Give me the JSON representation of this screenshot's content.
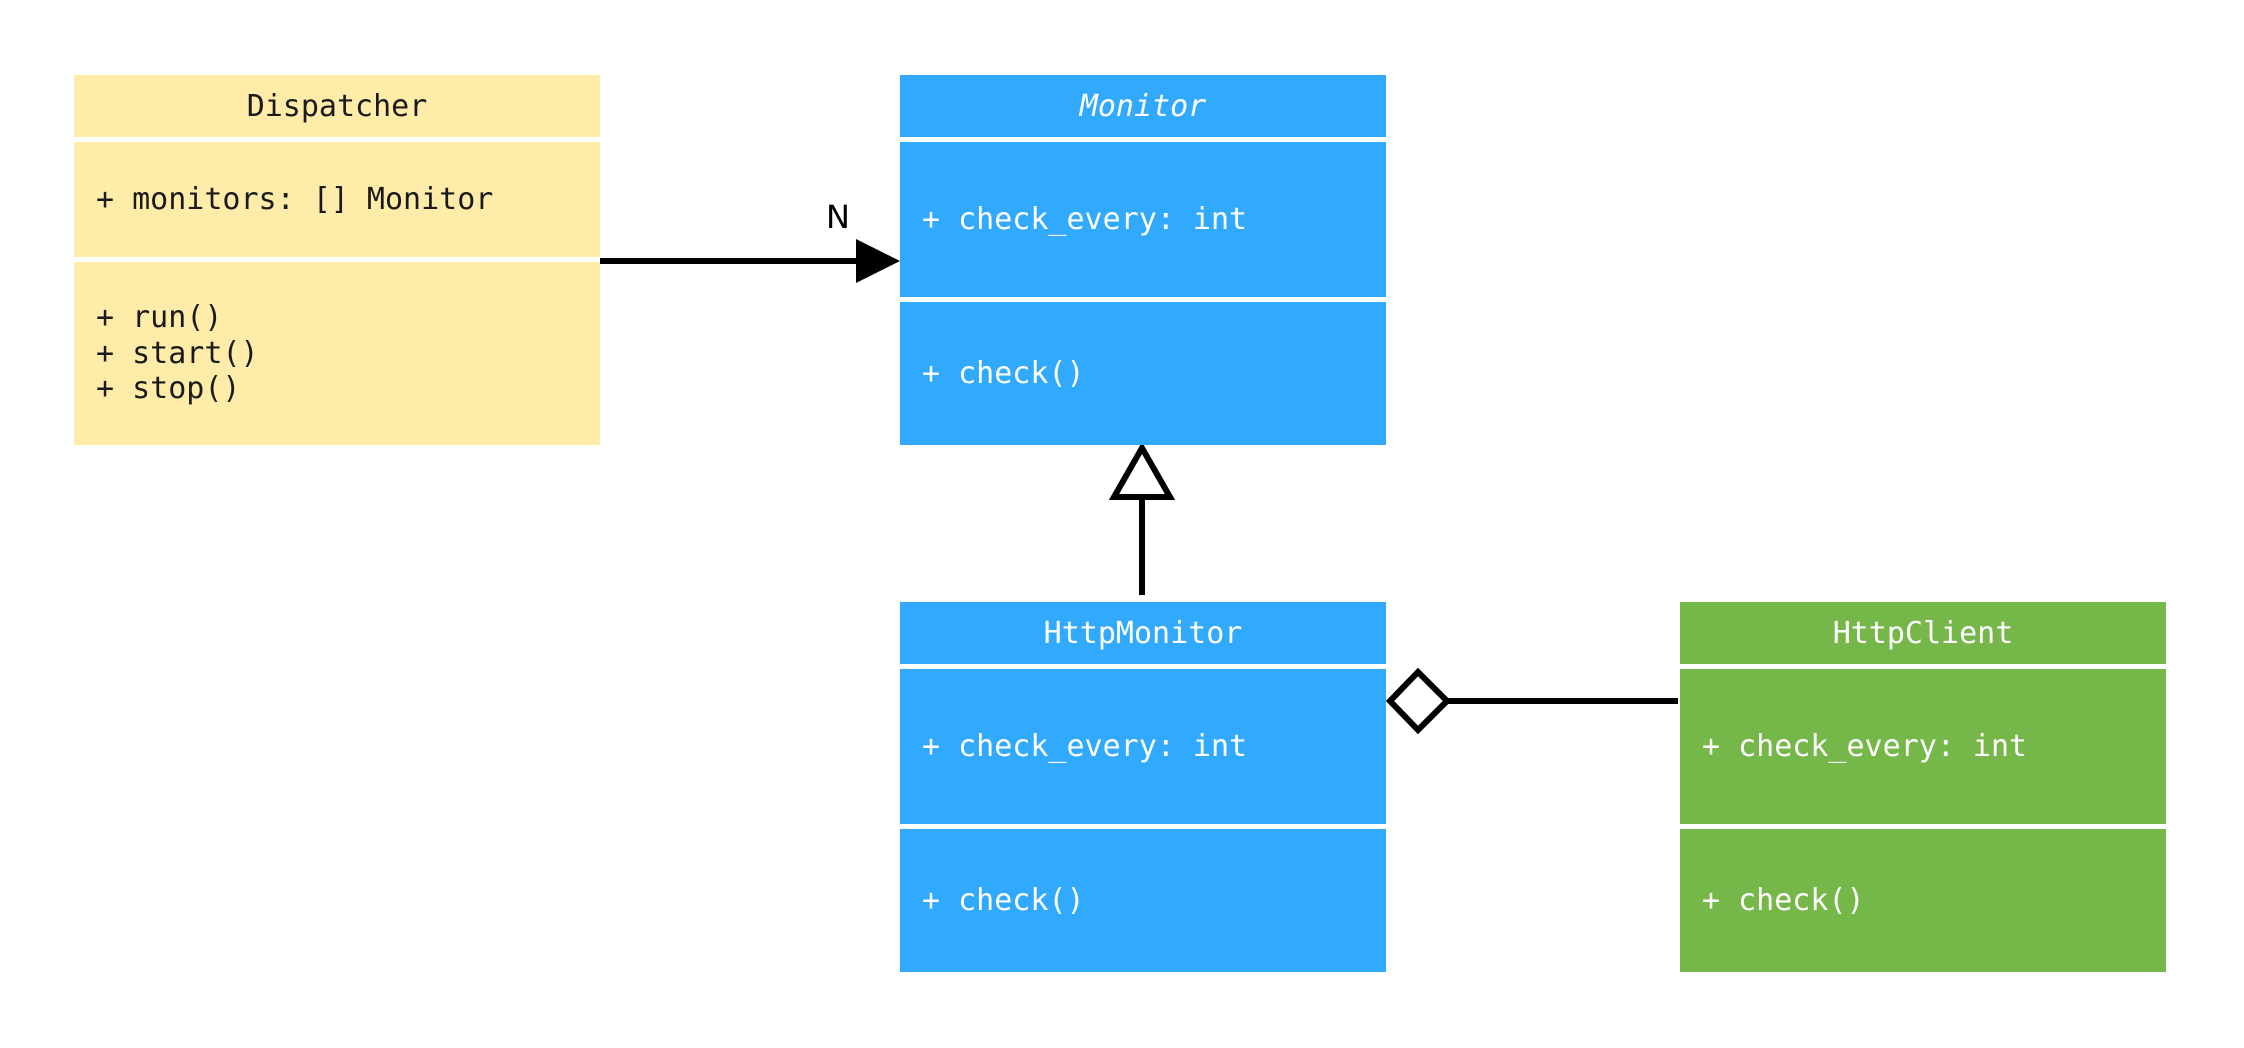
{
  "diagram": {
    "type": "uml-class-diagram",
    "background": "#ffffff",
    "palette": {
      "yellow": "#ffeca8",
      "blue": "#31a9fc",
      "green": "#76b749",
      "line": "#000000",
      "dark_text": "#1a1a1a",
      "light_text": "#ffffff"
    }
  },
  "classes": {
    "dispatcher": {
      "name": "Dispatcher",
      "stereotype": "concrete",
      "color": "#ffeca8",
      "attributes": [
        "+ monitors: [] Monitor"
      ],
      "methods": [
        "+ run()",
        "+ start()",
        "+ stop()"
      ]
    },
    "monitor": {
      "name": "Monitor",
      "stereotype": "abstract",
      "color": "#31a9fc",
      "attributes": [
        "+ check_every: int"
      ],
      "methods": [
        "+ check()"
      ]
    },
    "http_monitor": {
      "name": "HttpMonitor",
      "stereotype": "concrete",
      "color": "#31a9fc",
      "attributes": [
        "+ check_every: int"
      ],
      "methods": [
        "+ check()"
      ]
    },
    "http_client": {
      "name": "HttpClient",
      "stereotype": "concrete",
      "color": "#76b749",
      "attributes": [
        "+ check_every: int"
      ],
      "methods": [
        "+ check()"
      ]
    }
  },
  "relationships": {
    "dispatcher_to_monitor": {
      "kind": "association",
      "from": "Dispatcher",
      "to": "Monitor",
      "label": "N",
      "end_marker": "filled-arrow"
    },
    "http_monitor_to_monitor": {
      "kind": "generalization",
      "from": "HttpMonitor",
      "to": "Monitor",
      "label": "",
      "end_marker": "hollow-triangle"
    },
    "http_monitor_to_http_client": {
      "kind": "aggregation",
      "from": "HttpMonitor",
      "to": "HttpClient",
      "label": "",
      "end_marker": "hollow-diamond"
    }
  }
}
